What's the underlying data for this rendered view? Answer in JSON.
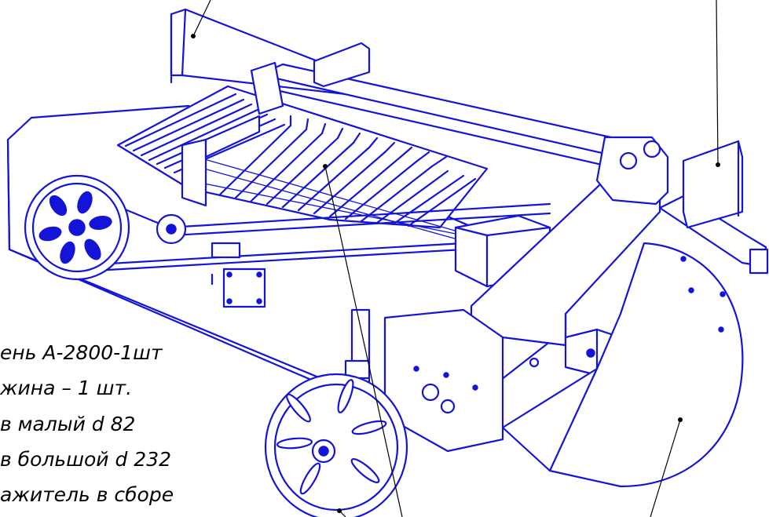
{
  "drawing": {
    "title": "",
    "ink_color": "#1414d8",
    "background": "#ffffff",
    "parts_list": [
      "ень А-2800-1шт",
      "жина – 1 шт.",
      "в малый d 82",
      "в большой d 232",
      "ажитель в сборе"
    ]
  }
}
